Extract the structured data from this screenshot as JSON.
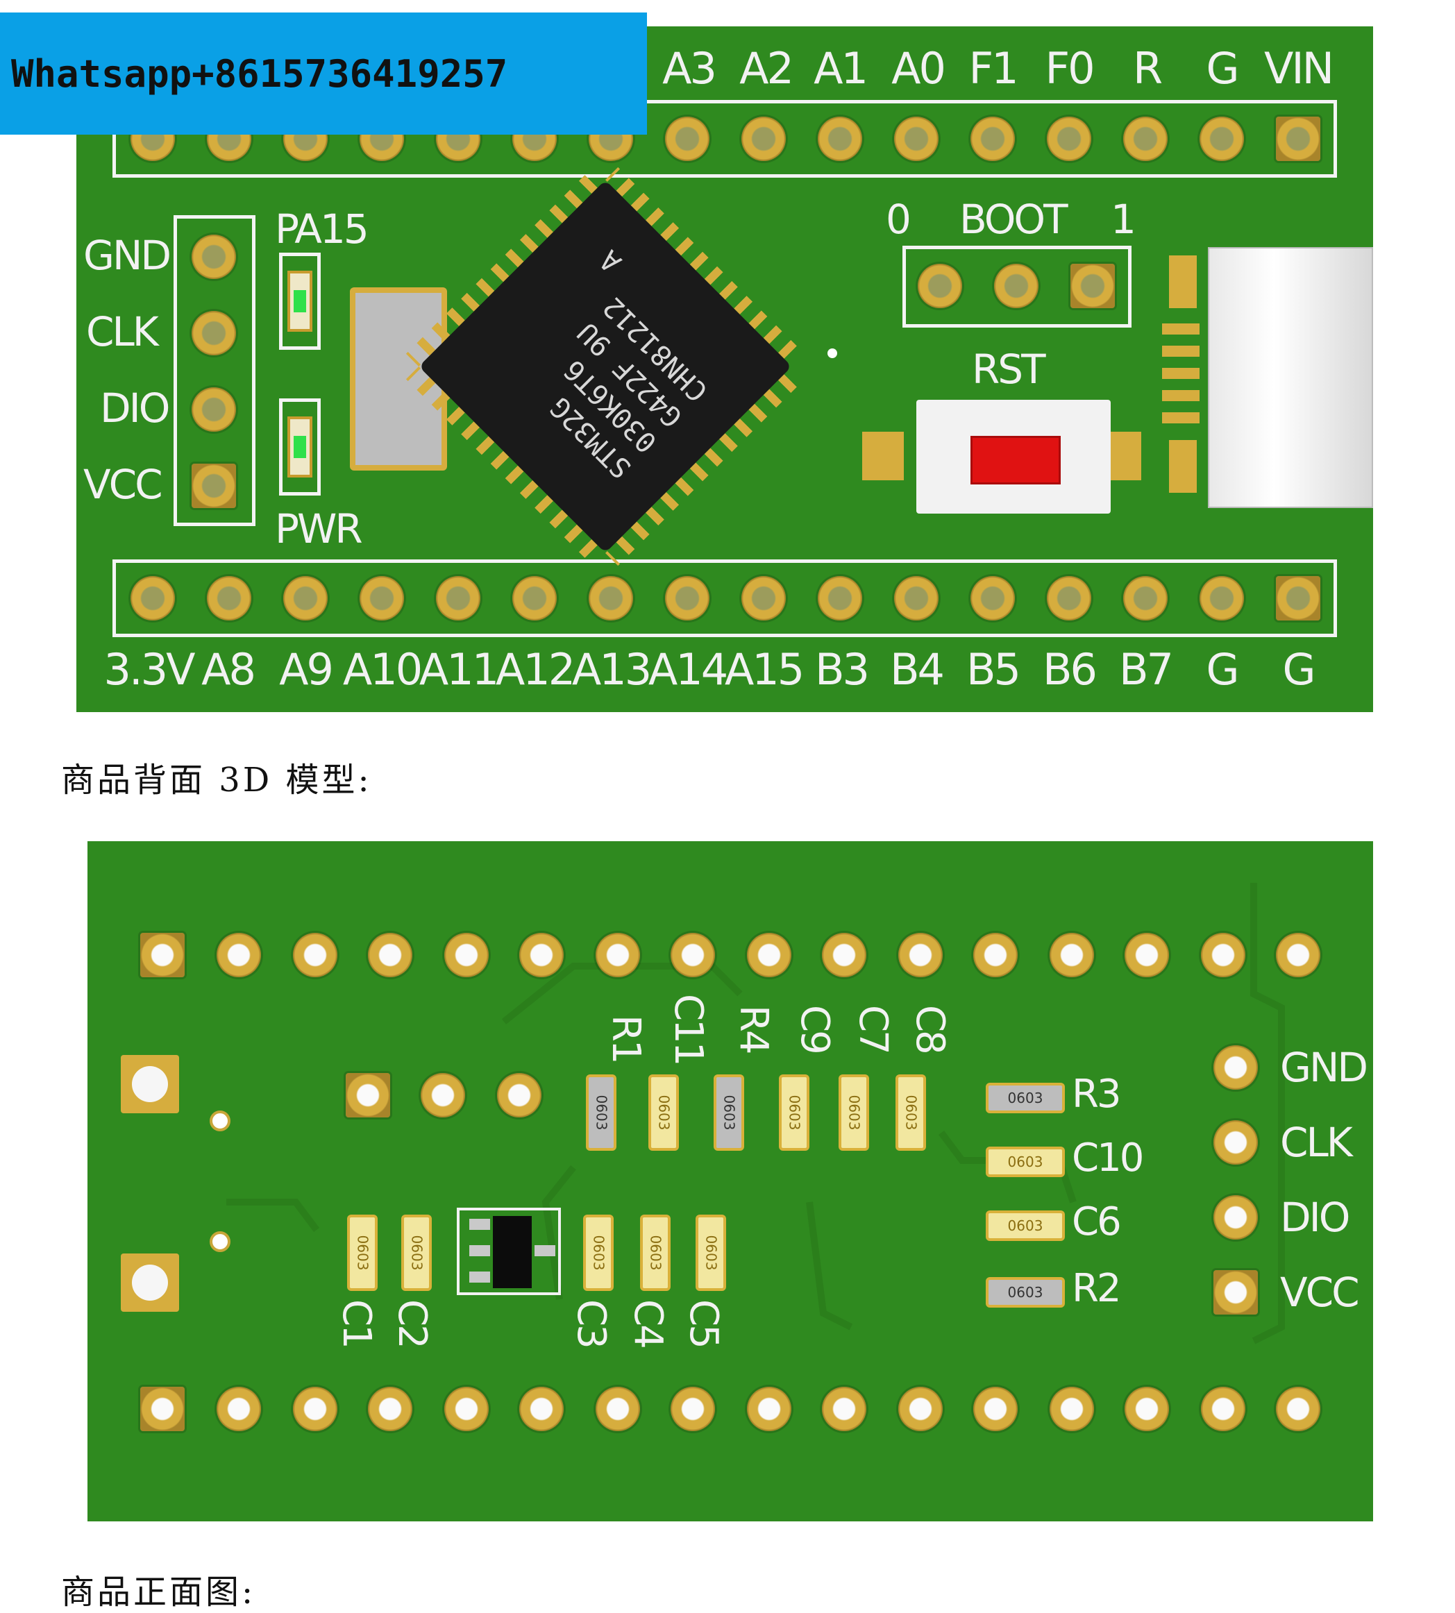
{
  "watermark": {
    "text": "Whatsapp+8615736419257"
  },
  "top_board": {
    "header_labels": [
      "A3",
      "A2",
      "A1",
      "A0",
      "F1",
      "F0",
      "R",
      "G",
      "VIN"
    ],
    "footer_labels": [
      "3.3V",
      "A8",
      "A9",
      "A10",
      "A11",
      "A12",
      "A13",
      "A14",
      "A15",
      "B3",
      "B4",
      "B5",
      "B6",
      "B7",
      "G",
      "G"
    ],
    "left_labels": [
      "GND",
      "CLK",
      "DIO",
      "VCC"
    ],
    "led_labels": {
      "top": "PA15",
      "bottom": "PWR"
    },
    "boot": {
      "zero": "0",
      "title": "BOOT",
      "one": "1"
    },
    "reset_label": "RST",
    "chip_lines": [
      "STM32G",
      "030K6T6",
      "G422F 9U",
      "CHN81212"
    ],
    "chip_mark": "A"
  },
  "caption_back": "商品背面 3D 模型:",
  "bottom_board": {
    "right_labels": [
      "GND",
      "CLK",
      "DIO",
      "VCC"
    ],
    "upper_labels": [
      "R1",
      "C11",
      "R4",
      "C9",
      "C7",
      "C8"
    ],
    "lower_labels": [
      "C1",
      "C2",
      "C3",
      "C4",
      "C5"
    ],
    "side_labels": [
      "R3",
      "C10",
      "C6",
      "R2"
    ],
    "package_text": "0603"
  },
  "caption_front": "商品正面图:"
}
